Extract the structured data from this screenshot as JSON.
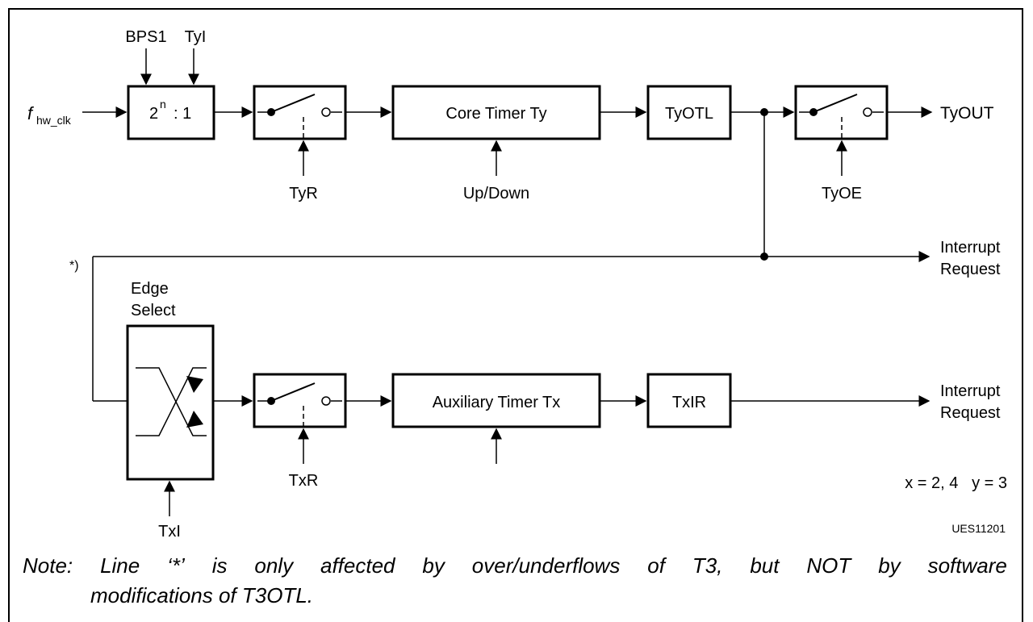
{
  "inputs": {
    "fhw_f": "f",
    "fhw_sub": "hw_clk",
    "bps1": "BPS1",
    "tyi": "TyI",
    "txi": "TxI"
  },
  "prescaler": {
    "base": "2",
    "exp": "n",
    "ratio": ": 1"
  },
  "blocks": {
    "core_timer": "Core Timer Ty",
    "tyotl": "TyOTL",
    "aux_timer": "Auxiliary Timer Tx",
    "txir": "TxIR",
    "edge_select_line1": "Edge",
    "edge_select_line2": "Select"
  },
  "controls": {
    "tyr": "TyR",
    "updown": "Up/Down",
    "tyoe": "TyOE",
    "txr": "TxR"
  },
  "outputs": {
    "tyout": "TyOUT",
    "irq1_line1": "Interrupt",
    "irq1_line2": "Request",
    "irq2_line1": "Interrupt",
    "irq2_line2": "Request"
  },
  "star_marker": "*)",
  "legend": "x = 2, 4   y = 3",
  "figure_id": "UES11201",
  "note": {
    "words": [
      "Note:",
      "Line",
      "‘*’",
      "is",
      "only",
      "affected",
      "by",
      "over/underflows",
      "of",
      "T3,",
      "but",
      "NOT",
      "by",
      "software"
    ],
    "line2": "modifications of T3OTL."
  }
}
